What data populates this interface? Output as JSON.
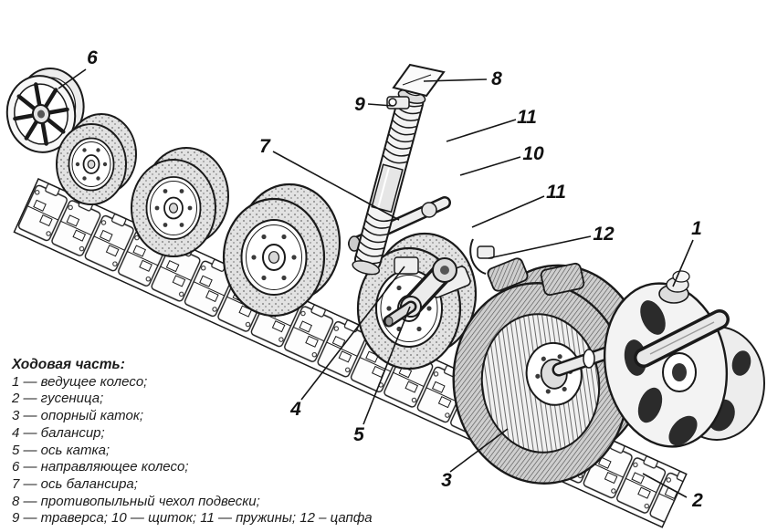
{
  "colors": {
    "ink": "#1a1a1a",
    "paper": "#ffffff",
    "text": "#1c1c1c"
  },
  "callouts": {
    "n1": "1",
    "n2": "2",
    "n3": "3",
    "n4": "4",
    "n5": "5",
    "n6": "6",
    "n7": "7",
    "n8": "8",
    "n9": "9",
    "n10": "10",
    "n11a": "11",
    "n11b": "11",
    "n12": "12"
  },
  "legend": {
    "heading": "Ходовая часть:",
    "lines": [
      "1 — ведущее колесо;",
      "2 — гусеница;",
      "3 — опорный каток;",
      "4 — балансир;",
      "5 — ось катка;",
      "6 — направляющее колесо;",
      "7 — ось балансира;",
      "8 — противопыльный чехол подвески;",
      "9 — траверса; 10 — щиток; 11 — пружины; 12 – цапфа"
    ]
  }
}
